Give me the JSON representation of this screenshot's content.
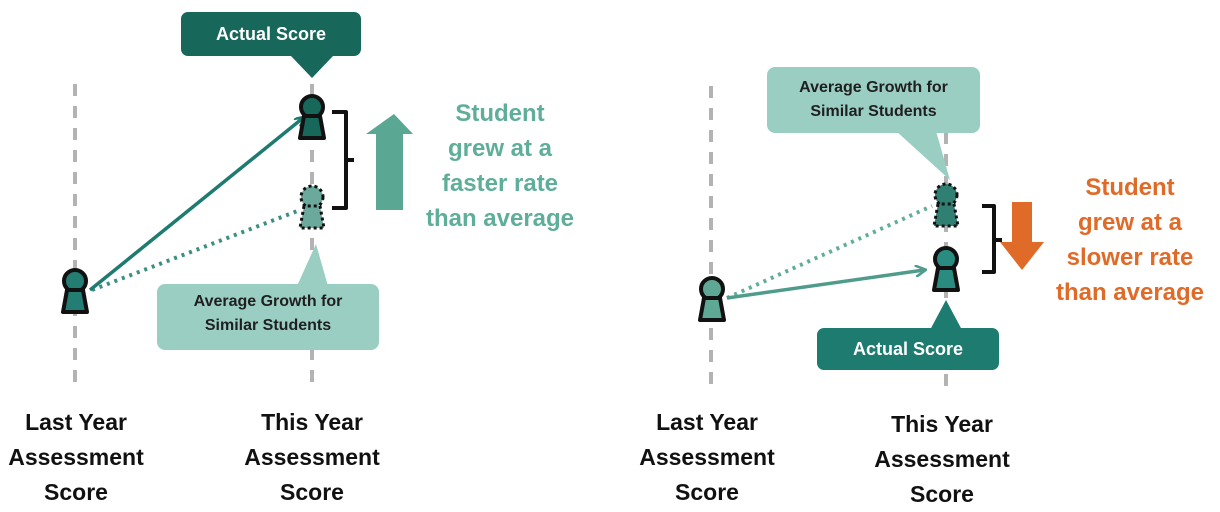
{
  "panels": [
    {
      "actual_callout": "Actual Score",
      "average_callout_line1": "Average Growth for",
      "average_callout_line2": "Similar Students",
      "outcome_lines": [
        "Student",
        "grew at a",
        "faster rate",
        "than average"
      ],
      "outcome_direction": "up",
      "last_year_label": [
        "Last Year",
        "Assessment",
        "Score"
      ],
      "this_year_label": [
        "This Year",
        "Assessment",
        "Score"
      ]
    },
    {
      "actual_callout": "Actual Score",
      "average_callout_line1": "Average Growth for",
      "average_callout_line2": "Similar Students",
      "outcome_lines": [
        "Student",
        "grew at a",
        "slower rate",
        "than average"
      ],
      "outcome_direction": "down",
      "last_year_label": [
        "Last Year",
        "Assessment",
        "Score"
      ],
      "this_year_label": [
        "This Year",
        "Assessment",
        "Score"
      ]
    }
  ],
  "colors": {
    "dark_teal": "#17675a",
    "mid_teal": "#2a8c80",
    "light_teal": "#9bcec3",
    "arrow_green": "#5aa894",
    "faster_text": "#5fae99",
    "slower_text": "#e06a27",
    "axis_gray": "#b3b3b3"
  },
  "icons": [
    "student-icon",
    "up-arrow-icon",
    "down-arrow-icon",
    "bracket-icon"
  ]
}
